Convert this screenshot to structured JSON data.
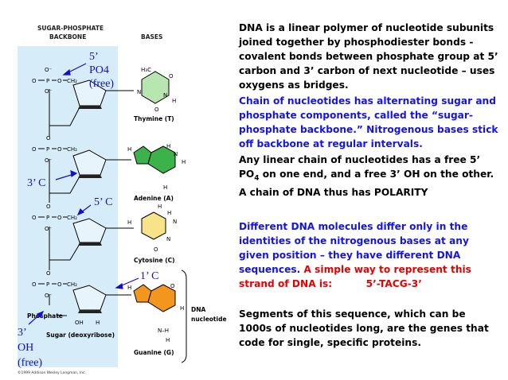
{
  "headers": {
    "backbone_line1": "SUGAR-PHOSPHATE",
    "backbone_line2": "BACKBONE",
    "bases": "BASES"
  },
  "annotations": {
    "five_prime": "5’",
    "po4": "PO4",
    "free_top": "(free)",
    "three_c": "3’ C",
    "five_c": "5’ C",
    "one_c": "1’ C",
    "three_prime": "3’",
    "oh": "OH",
    "free_bottom": "(free)"
  },
  "labels": {
    "thymine": "Thymine (T)",
    "adenine": "Adenine (A)",
    "cytosine": "Cytosine (C)",
    "guanine": "Guanine (G)",
    "phosphate": "Phosphate",
    "sugar": "Sugar (deoxyribose)",
    "dna": "DNA",
    "nucleotide": "nucleotide",
    "copyright": "©1999 Addison Wesley Longman, Inc."
  },
  "atoms": {
    "o": "O",
    "o_minus": "O⁻",
    "p": "P",
    "ch2": "CH₂",
    "h": "H",
    "n": "N",
    "h3c": "H₃C",
    "nh": "N–H",
    "oh": "OH"
  },
  "colors": {
    "panel": "#d6ecf8",
    "thymine": "#b8e6b0",
    "adenine": "#3cb34a",
    "cytosine": "#f6e38a",
    "guanine": "#f2961e",
    "annotation_blue": "#1010c8",
    "text_blue": "#1414e6",
    "text_red": "#e60000"
  },
  "text": {
    "p1": "DNA is a linear polymer of nucleotide subunits joined together by phosphodiester bonds - covalent bonds between phosphate group at 5’ carbon and 3’ carbon of next nucleotide – uses oxygens as bridges.",
    "p2": "Chain of nucleotides has alternating sugar and phosphate components, called the “sugar-phosphate backbone.” Nitrogenous bases stick off backbone at regular intervals.",
    "p3a": "Any linear chain of nucleotides has a free 5’ PO",
    "p3sub": "4",
    "p3b": " on one end, and a free 3’ OH on the other. A chain of DNA thus has POLARITY",
    "p4a": "Different DNA molecules differ only in the identities of the nitrogenous bases at any given position – they have different DNA sequences.",
    "p4b": " A simple way to represent this strand of DNA is:          5’-TACG-3’",
    "p5": "Segments of this sequence, which can be 1000s of nucleotides long, are the genes that code for single, specific proteins."
  }
}
